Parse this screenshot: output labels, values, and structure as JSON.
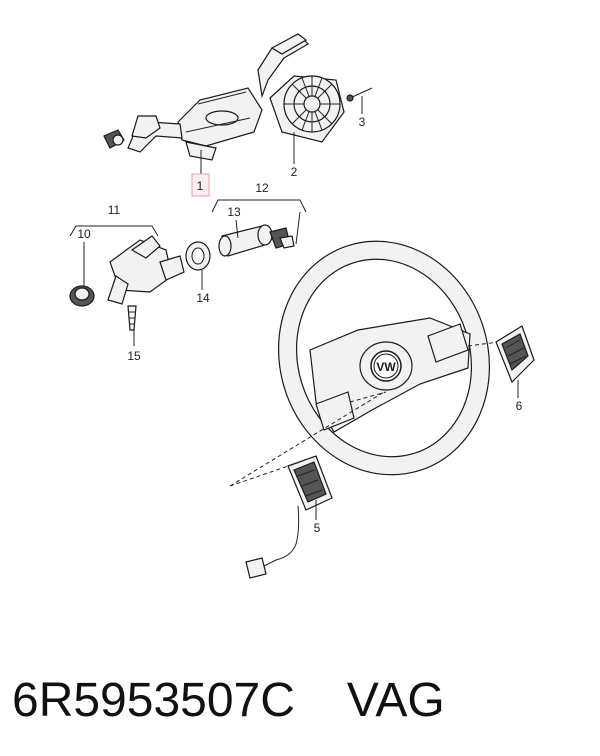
{
  "callouts": {
    "c1": "1",
    "c2": "2",
    "c3": "3",
    "c5": "5",
    "c6": "6",
    "c10": "10",
    "c11": "11",
    "c12": "12",
    "c13": "13",
    "c14": "14",
    "c15": "15"
  },
  "logo": {
    "text": "VW"
  },
  "caption": {
    "part_number": "6R5953507C",
    "brand": "VAG"
  },
  "colors": {
    "highlight_box": "#e9a0a8",
    "line": "#222222"
  }
}
